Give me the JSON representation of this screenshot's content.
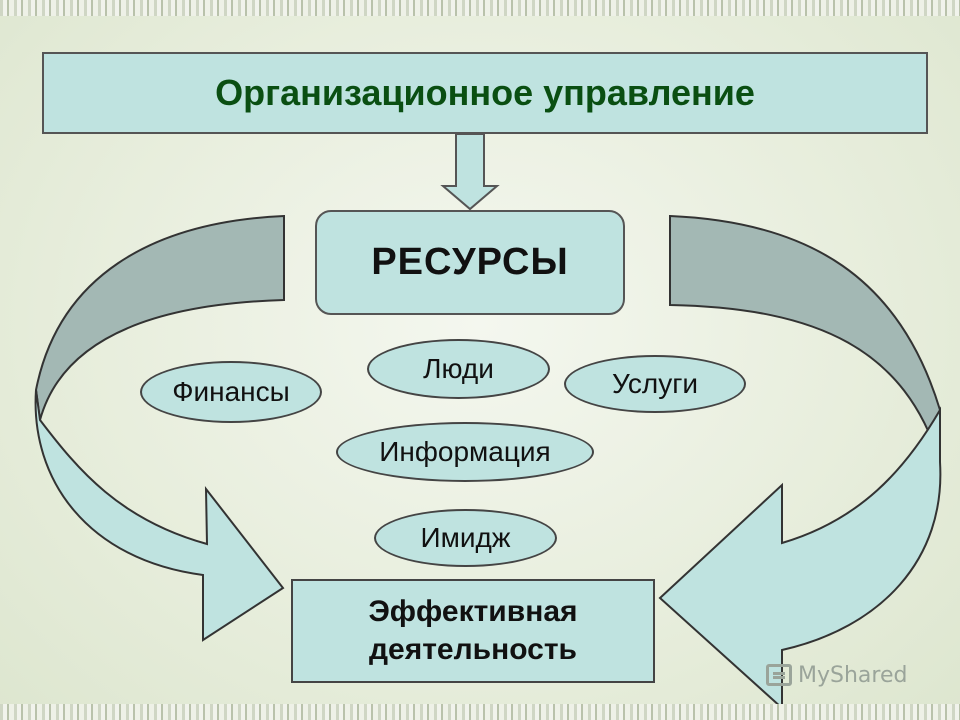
{
  "diagram": {
    "title": "Организационное управление",
    "resources": "РЕСУРСЫ",
    "items": {
      "finance": "Финансы",
      "people": "Люди",
      "services": "Услуги",
      "information": "Информация",
      "image": "Имидж"
    },
    "result_line1": "Эффективная",
    "result_line2": "деятельность"
  },
  "watermark": {
    "text": "MyShared"
  },
  "colors": {
    "box_fill": "#bfe3e0",
    "arrow_dark": "#a3b8b4",
    "title_text": "#0a4f12"
  }
}
